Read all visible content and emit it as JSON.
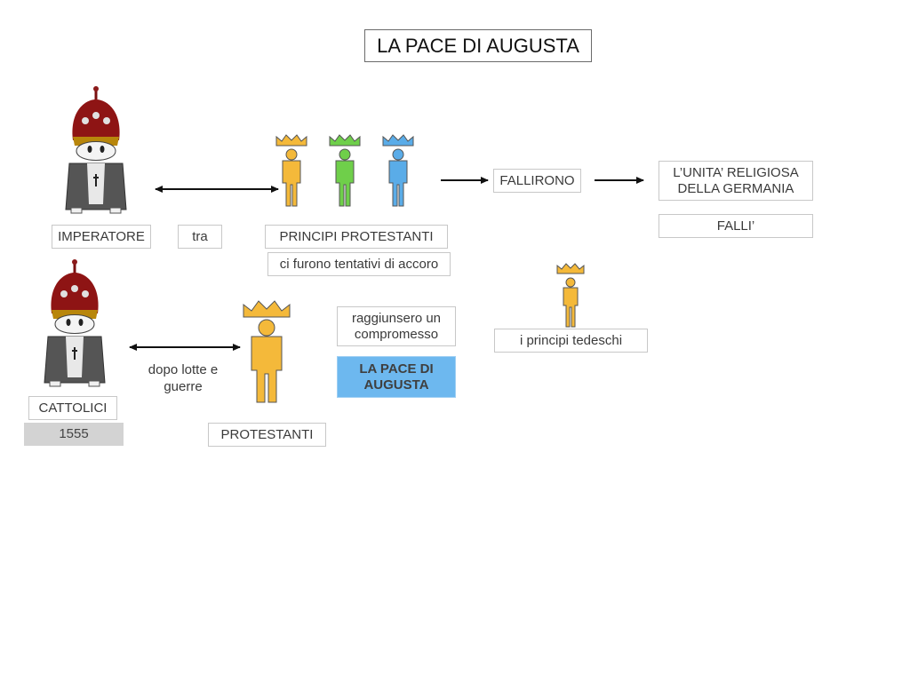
{
  "title": "LA PACE DI AUGUSTA",
  "labels": {
    "imperatore": "IMPERATORE",
    "tra": "tra",
    "principi_protestanti": "PRINCIPI PROTESTANTI",
    "tentativi": "ci furono tentativi di accoro",
    "fallirono": "FALLIRONO",
    "unita_line1": "L’UNITA’ RELIGIOSA",
    "unita_line2": "DELLA GERMANIA",
    "falli": "FALLI’",
    "cattolici": "CATTOLICI",
    "year": "1555",
    "dopo_line1": "dopo lotte e",
    "dopo_line2": "guerre",
    "protestanti": "PROTESTANTI",
    "raggiunsero_line1": "raggiunsero un",
    "raggiunsero_line2": "compromesso",
    "pace_line1": "LA PACE DI",
    "pace_line2": "AUGUSTA",
    "principi_tedeschi": "i principi tedeschi"
  },
  "colors": {
    "prince_yellow": "#f4b93a",
    "prince_green": "#6fcf4a",
    "prince_blue": "#5aace8",
    "highlight_blue": "#6db8ef",
    "year_grey": "#d3d3d3"
  },
  "icons": [
    "emperor-icon",
    "prince-figure-icon",
    "crown-icon",
    "double-arrow-icon",
    "right-arrow-icon"
  ]
}
